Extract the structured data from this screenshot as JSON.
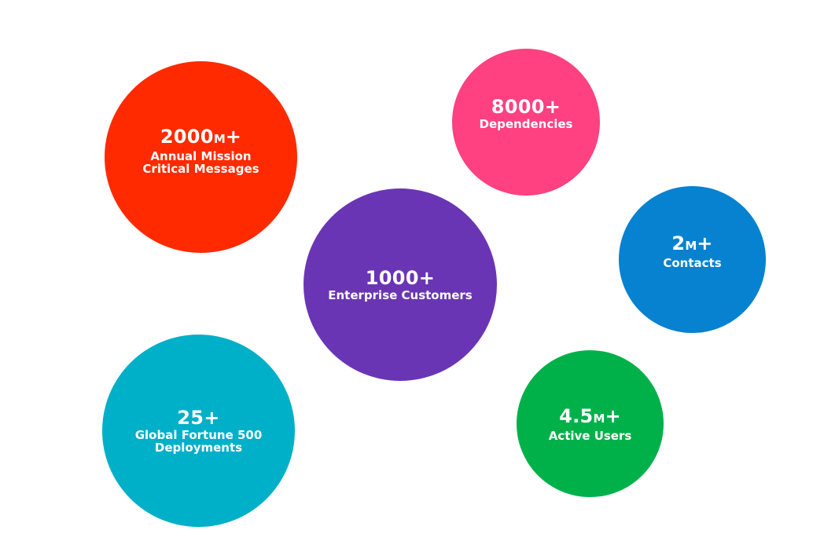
{
  "colors": {
    "messages": "#FF2A00",
    "dependencies": "#FF4081",
    "contacts": "#0682D0",
    "customers": "#6A35B5",
    "deployments": "#00B0C8",
    "users": "#00B14A"
  },
  "stats": {
    "messages": {
      "value": "2000",
      "unit": "M",
      "suffix": "+",
      "label_line1": "Annual Mission",
      "label_line2": "Critical Messages"
    },
    "dependencies": {
      "value": "8000",
      "unit": "",
      "suffix": "+",
      "label_line1": "Dependencies"
    },
    "contacts": {
      "value": "2",
      "unit": "M",
      "suffix": "+",
      "label_line1": "Contacts"
    },
    "customers": {
      "value": "1000",
      "unit": "",
      "suffix": "+",
      "label_line1": "Enterprise Customers"
    },
    "deployments": {
      "value": "25",
      "unit": "",
      "suffix": "+",
      "label_line1": "Global Fortune 500",
      "label_line2": "Deployments"
    },
    "users": {
      "value": "4.5",
      "unit": "M",
      "suffix": "+",
      "label_line1": "Active Users"
    }
  }
}
